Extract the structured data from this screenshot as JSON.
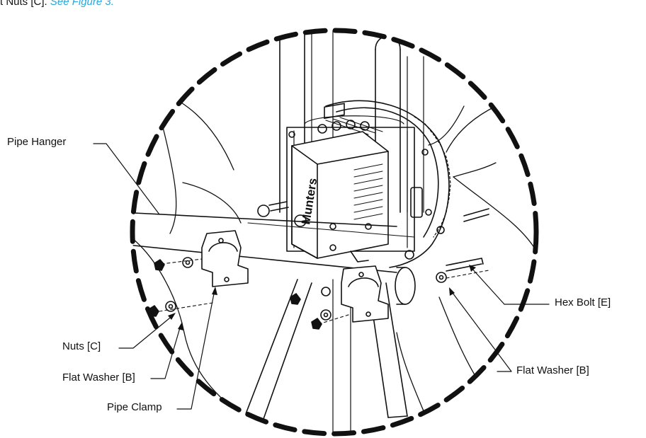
{
  "header": {
    "lead_text": "t Nuts [C].",
    "link_text": "See Figure 3."
  },
  "device": {
    "brand_text": "Munters"
  },
  "callouts": {
    "pipe_hanger": "Pipe Hanger",
    "hex_bolt": "Hex Bolt [E]",
    "nuts": "Nuts [C]",
    "flat_washer_left": "Flat Washer [B]",
    "flat_washer_right": "Flat Washer [B]",
    "pipe_clamp": "Pipe Clamp"
  },
  "colors": {
    "link": "#2aa6dc",
    "line": "#111111"
  }
}
